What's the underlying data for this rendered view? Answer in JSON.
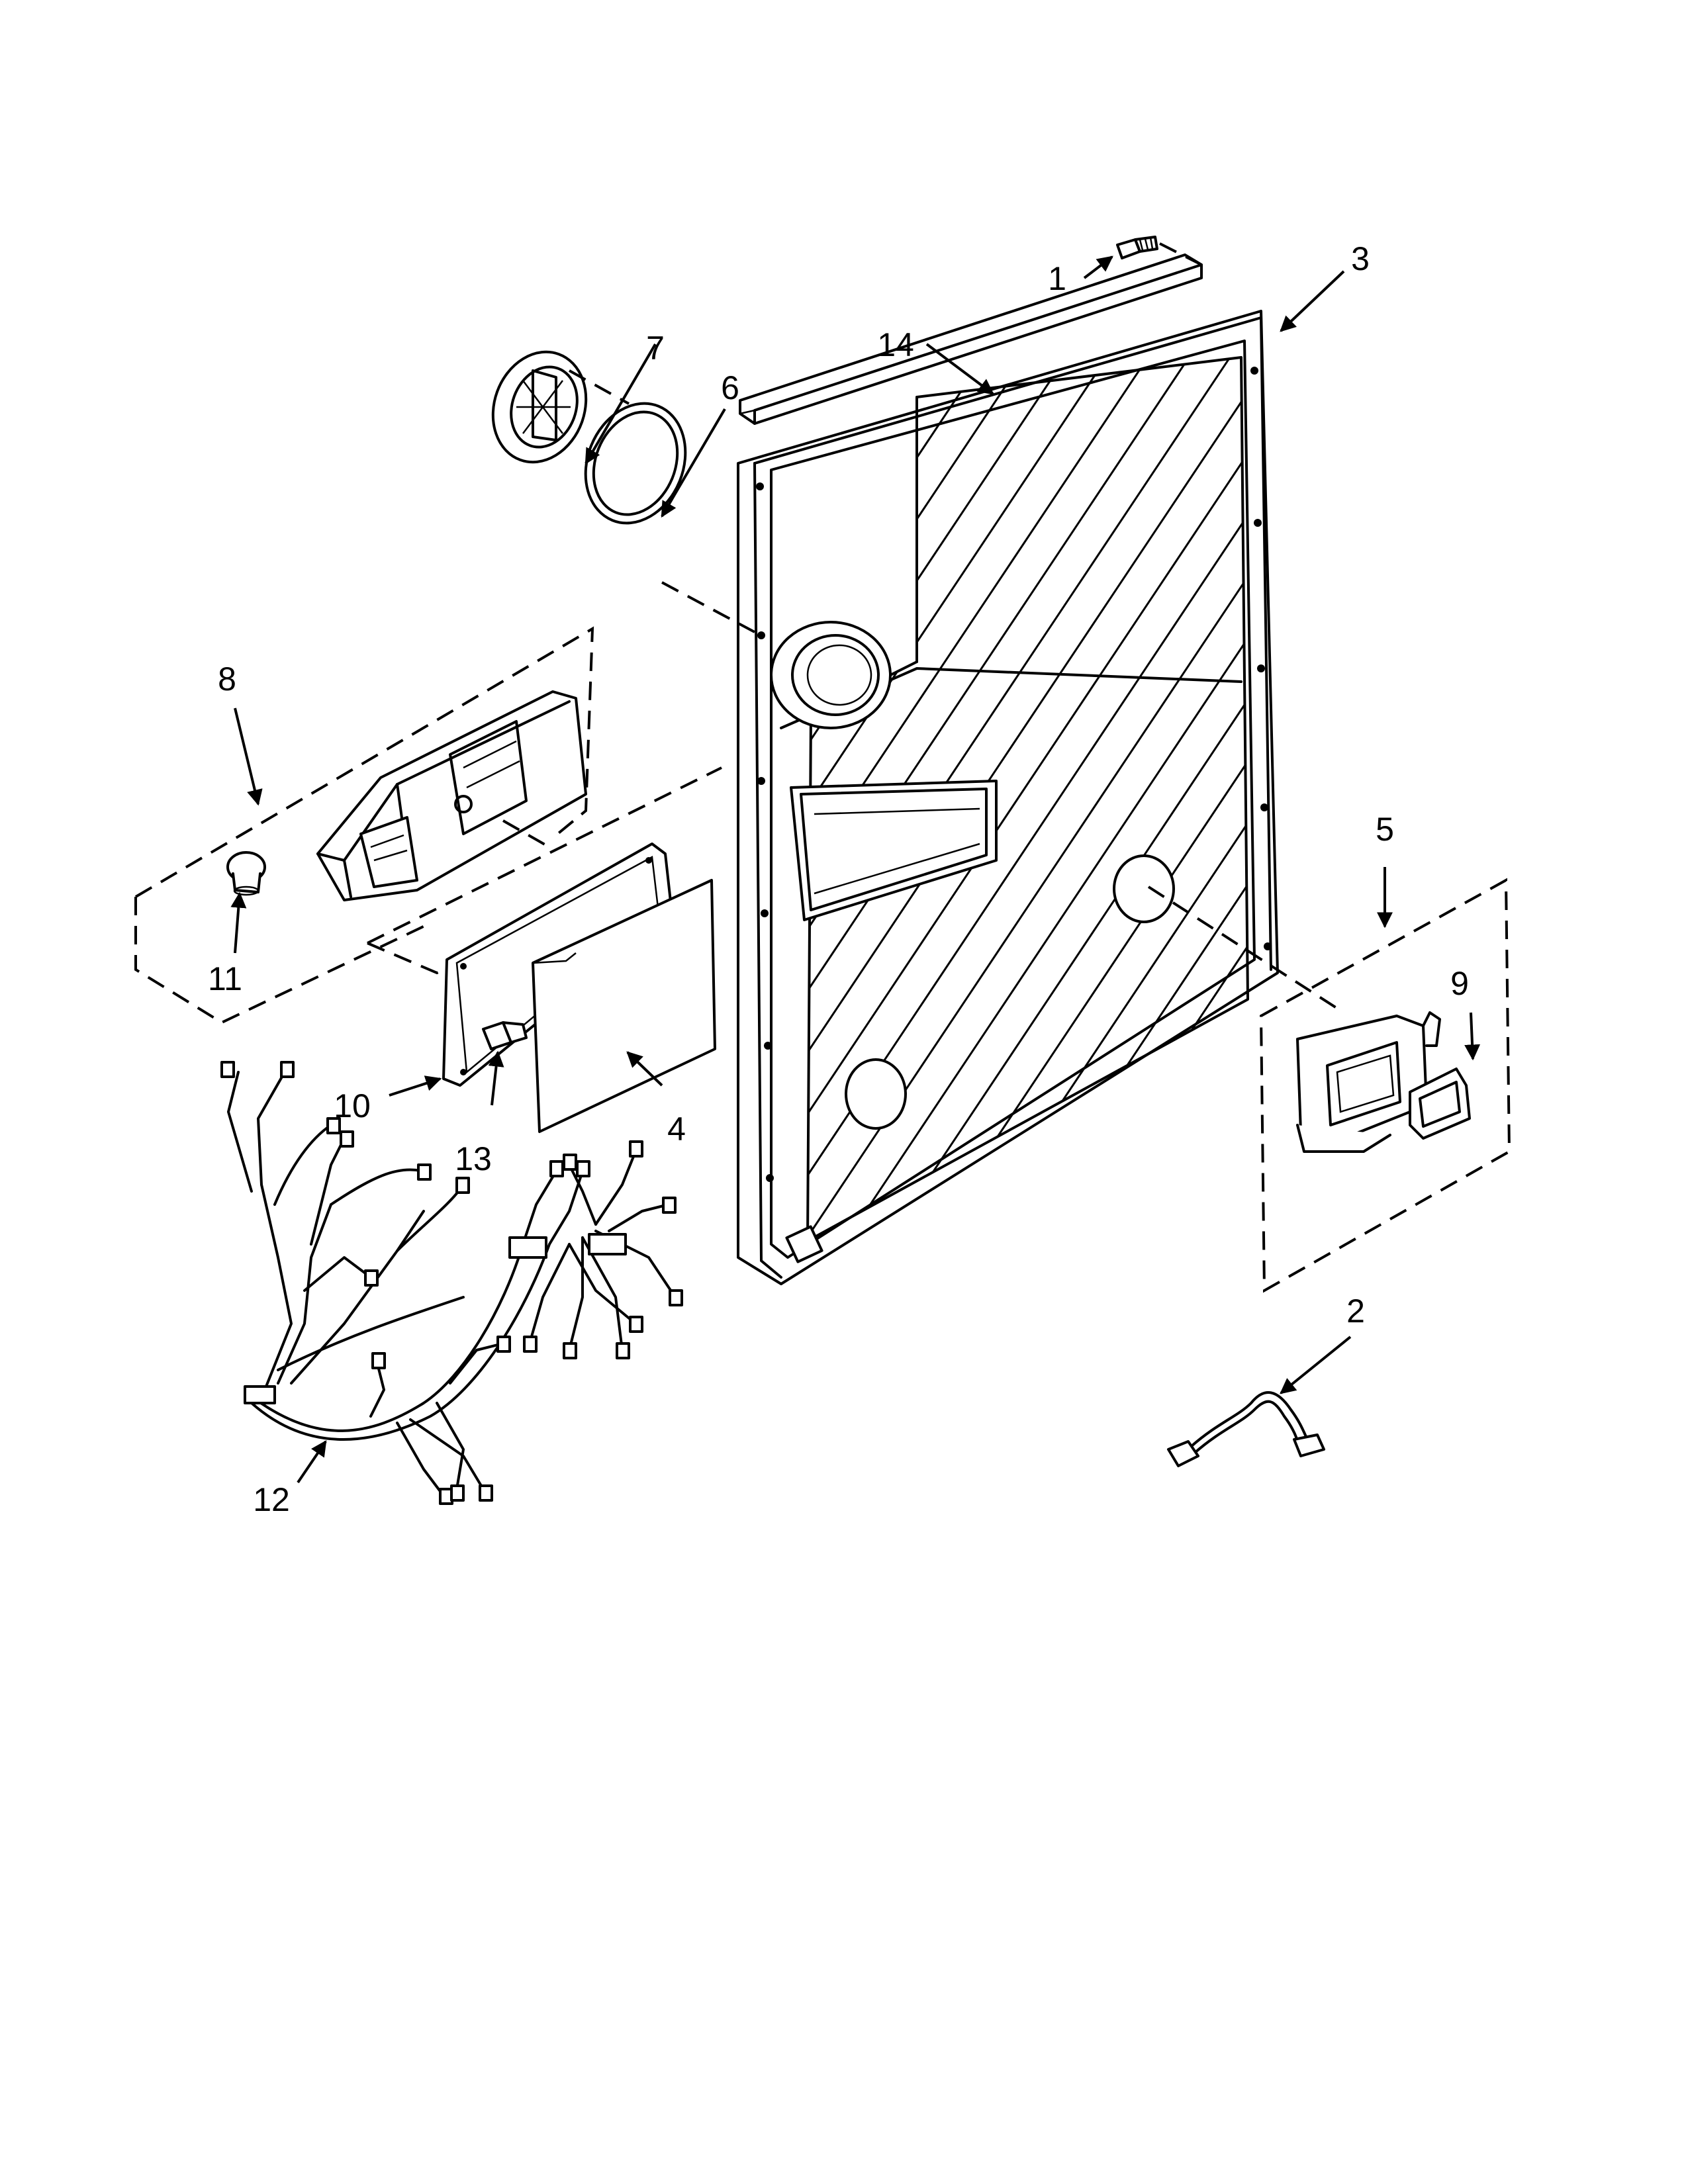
{
  "diagram": {
    "type": "exploded-parts-diagram",
    "callouts": [
      {
        "id": "1",
        "label": "1"
      },
      {
        "id": "2",
        "label": "2"
      },
      {
        "id": "3",
        "label": "3"
      },
      {
        "id": "4",
        "label": "4"
      },
      {
        "id": "5",
        "label": "5"
      },
      {
        "id": "6",
        "label": "6"
      },
      {
        "id": "7",
        "label": "7"
      },
      {
        "id": "8",
        "label": "8"
      },
      {
        "id": "9",
        "label": "9"
      },
      {
        "id": "10",
        "label": "10"
      },
      {
        "id": "11",
        "label": "11"
      },
      {
        "id": "12",
        "label": "12"
      },
      {
        "id": "13",
        "label": "13"
      },
      {
        "id": "14",
        "label": "14"
      }
    ]
  }
}
